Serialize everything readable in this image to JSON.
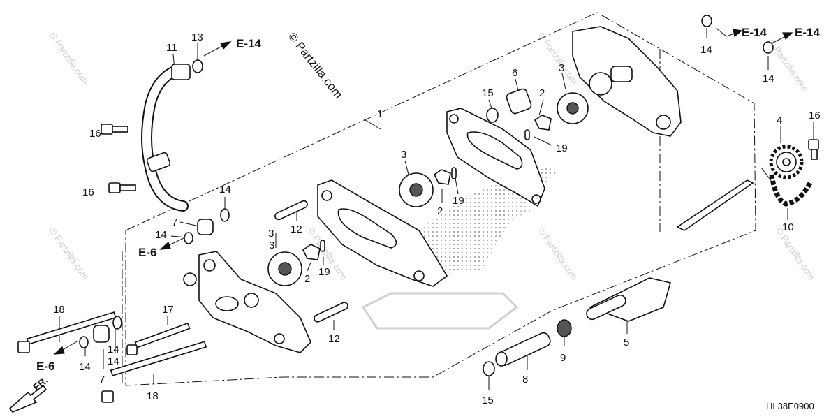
{
  "watermark": {
    "main": "© Partzilla.com",
    "faint": "© Partzilla.com"
  },
  "diagram_code": "HL38E0900",
  "direction_label": "FR.",
  "refs": [
    {
      "id": "e14-a",
      "text": "E-14"
    },
    {
      "id": "e14-b",
      "text": "E-14"
    },
    {
      "id": "e14-c",
      "text": "E-14"
    },
    {
      "id": "e6-a",
      "text": "E-6"
    },
    {
      "id": "e6-b",
      "text": "E-6"
    }
  ],
  "callouts": [
    "1",
    "2",
    "2",
    "2",
    "3",
    "3",
    "3",
    "3",
    "4",
    "5",
    "6",
    "7",
    "7",
    "8",
    "9",
    "10",
    "11",
    "12",
    "12",
    "13",
    "14",
    "14",
    "14",
    "14",
    "14",
    "14",
    "14",
    "14",
    "15",
    "15",
    "16",
    "16",
    "16",
    "17",
    "18",
    "18",
    "19",
    "19",
    "19"
  ]
}
